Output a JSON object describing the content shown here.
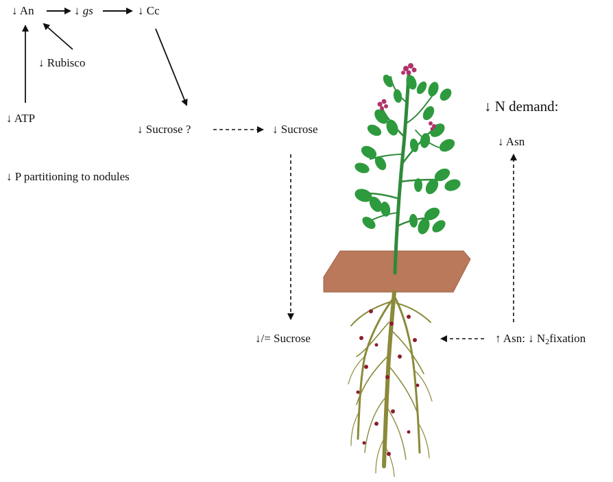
{
  "labels": {
    "an": "↓ An",
    "gs_arrow": "↓",
    "gs": "gs",
    "cc": "↓ Cc",
    "rubisco": "↓ Rubisco",
    "atp": "↓ ATP",
    "p_partitioning": "↓ P partitioning to nodules",
    "sucrose_q": "↓ Sucrose ?",
    "sucrose": "↓ Sucrose",
    "sucrose_root": "↓/= Sucrose",
    "n_demand": "↓ N demand:",
    "asn_top": "↓ Asn",
    "asn_root_prefix": "↑ Asn: ↓ N",
    "n2_sub": "2",
    "fixation": "fixation"
  },
  "colors": {
    "text": "#111111",
    "soil": "#b9795a",
    "stem": "#2f8a3a",
    "leaf": "#2e9a3e",
    "flower": "#b0336a",
    "root": "#8a8a3a",
    "nodule": "#8b1e2e"
  }
}
